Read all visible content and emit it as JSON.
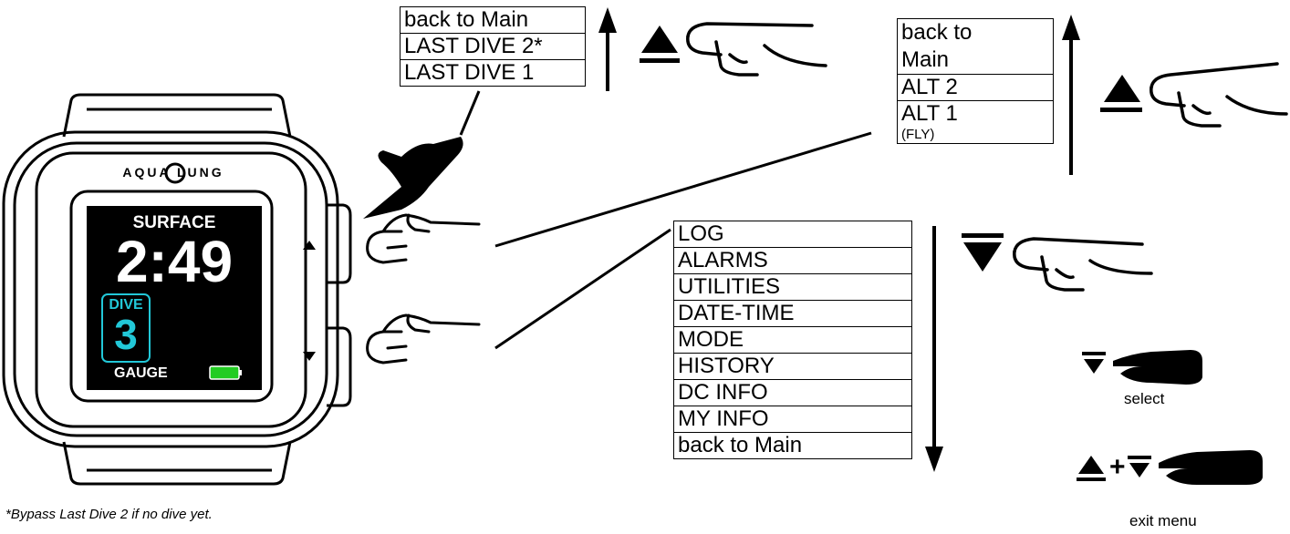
{
  "watch": {
    "brand": "AQUA LUNG",
    "status": "SURFACE",
    "time": "2:49",
    "dive_label": "DIVE",
    "dive_number": "3",
    "mode": "GAUGE",
    "colors": {
      "screen_bg": "#000000",
      "dive_box": "#22c8d8",
      "battery": "#22cc22"
    }
  },
  "menus": {
    "last_dive": [
      "back to Main",
      "LAST DIVE 2*",
      "LAST DIVE 1"
    ],
    "alt": {
      "row1a": "back to",
      "row1b": "Main",
      "row2": "ALT 2",
      "row3": "ALT 1",
      "row3_sub": "(FLY)"
    },
    "main": [
      "LOG",
      "ALARMS",
      "UTILITIES",
      "DATE-TIME",
      "MODE",
      "HISTORY",
      "DC INFO",
      "MY INFO",
      "back to Main"
    ]
  },
  "legend": {
    "plus": "+",
    "select_label": "select",
    "exit_label": "exit menu"
  },
  "footnote": "*Bypass Last Dive 2 if no dive yet.",
  "icons": [
    "up-button-icon",
    "down-button-icon",
    "pointing-hand-icon",
    "arrow-up-icon",
    "arrow-down-icon"
  ]
}
